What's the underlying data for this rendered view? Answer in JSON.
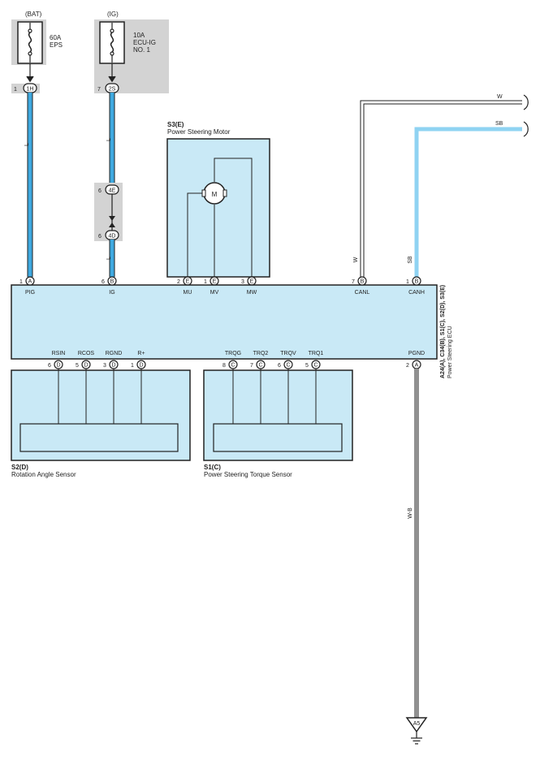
{
  "power_sources": {
    "bat": {
      "label": "(BAT)",
      "fuse": {
        "rating": "60A",
        "name": "EPS"
      },
      "connector": {
        "pin": "1",
        "code": "1H"
      },
      "wire_color": "L"
    },
    "ig": {
      "label": "(IG)",
      "fuse": {
        "rating": "10A",
        "name_line1": "ECU-IG",
        "name_line2": "NO. 1"
      },
      "connector": {
        "pin": "7",
        "code": "2S"
      },
      "wire_color_upper": "L",
      "wire_color_lower": "L",
      "junction": {
        "top": {
          "pin": "6",
          "code": "4E"
        },
        "bottom": {
          "pin": "6",
          "code": "4D"
        }
      }
    }
  },
  "motor": {
    "code": "S3(E)",
    "name": "Power Steering Motor",
    "symbol": "M",
    "pins": [
      {
        "pin": "2",
        "conn": "E",
        "label": "MU"
      },
      {
        "pin": "1",
        "conn": "E",
        "label": "MV"
      },
      {
        "pin": "3",
        "conn": "E",
        "label": "MW"
      }
    ]
  },
  "can": {
    "canl": {
      "pin": "7",
      "conn": "B",
      "label": "CANL",
      "wire_color": "W"
    },
    "canh": {
      "pin": "1",
      "conn": "B",
      "label": "CANH",
      "wire_color": "SB"
    }
  },
  "ecu": {
    "code": "A24(A), C34(B), S1(C), S2(D), S3(E)",
    "name": "Power Steering ECU",
    "top_pins": [
      {
        "pin": "1",
        "conn": "A",
        "label": "PIG"
      },
      {
        "pin": "6",
        "conn": "B",
        "label": "IG"
      }
    ],
    "pgnd": {
      "pin": "2",
      "conn": "A",
      "label": "PGND",
      "wire_color": "W-B"
    }
  },
  "rotation_sensor": {
    "code": "S2(D)",
    "name": "Rotation Angle Sensor",
    "pins": [
      {
        "pin": "6",
        "conn": "D",
        "label": "RSIN"
      },
      {
        "pin": "5",
        "conn": "D",
        "label": "RCOS"
      },
      {
        "pin": "3",
        "conn": "D",
        "label": "RGND"
      },
      {
        "pin": "1",
        "conn": "D",
        "label": "R+"
      }
    ]
  },
  "torque_sensor": {
    "code": "S1(C)",
    "name": "Power Steering Torque Sensor",
    "pins": [
      {
        "pin": "8",
        "conn": "C",
        "label": "TRQG"
      },
      {
        "pin": "7",
        "conn": "C",
        "label": "TRQ2"
      },
      {
        "pin": "6",
        "conn": "C",
        "label": "TRQV"
      },
      {
        "pin": "5",
        "conn": "C",
        "label": "TRQ1"
      }
    ]
  },
  "ground": {
    "code": "A5"
  },
  "colors": {
    "component_fill": "#c9e9f6",
    "wire_blue": "#3fa9e0",
    "wire_lightblue": "#8fd3f2",
    "gray_box": "#d3d3d3"
  }
}
